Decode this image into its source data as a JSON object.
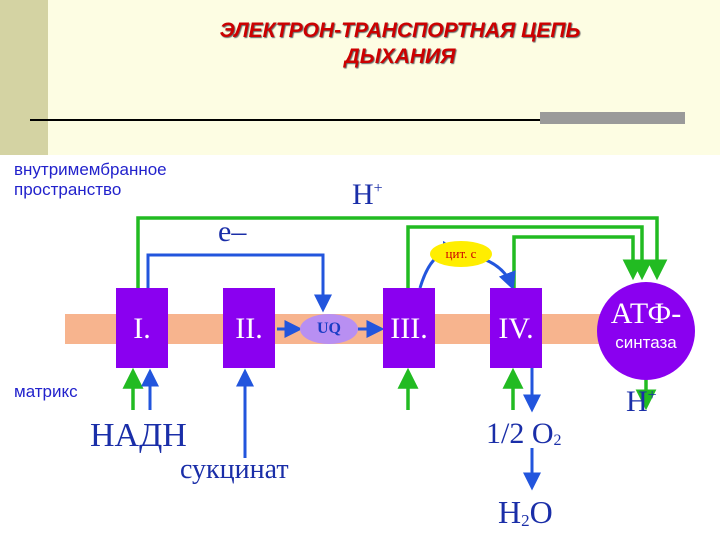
{
  "title": {
    "line1": "ЭЛЕКТРОН-ТРАНСПОРТНАЯ ЦЕПЬ",
    "line2": "ДЫХАНИЯ"
  },
  "labels": {
    "intermembrane_line1": "внутримембранное",
    "intermembrane_line2": "пространство",
    "matrix": "матрикс",
    "proton": "H",
    "proton_sup": "+",
    "electron": "e–",
    "nadh": "НАДН",
    "succinate": "сукцинат",
    "oxygen_prefix": "1/2 O",
    "oxygen_sub": "2",
    "water_h": "H",
    "water_sub": "2",
    "water_o": "O"
  },
  "complexes": {
    "c1": "I.",
    "c2": "II.",
    "c3": "III.",
    "c4": "IV.",
    "uq": "UQ",
    "cyt_c": "цит. с",
    "atp_line1": "АТФ-",
    "atp_line2": "синтаза"
  },
  "colors": {
    "complex": "#8a00f0",
    "green_arrow": "#22bb22",
    "blue_arrow": "#2255dd",
    "membrane": "#f7b48e",
    "title": "#cc0000",
    "cytochrome": "#ffee00"
  }
}
